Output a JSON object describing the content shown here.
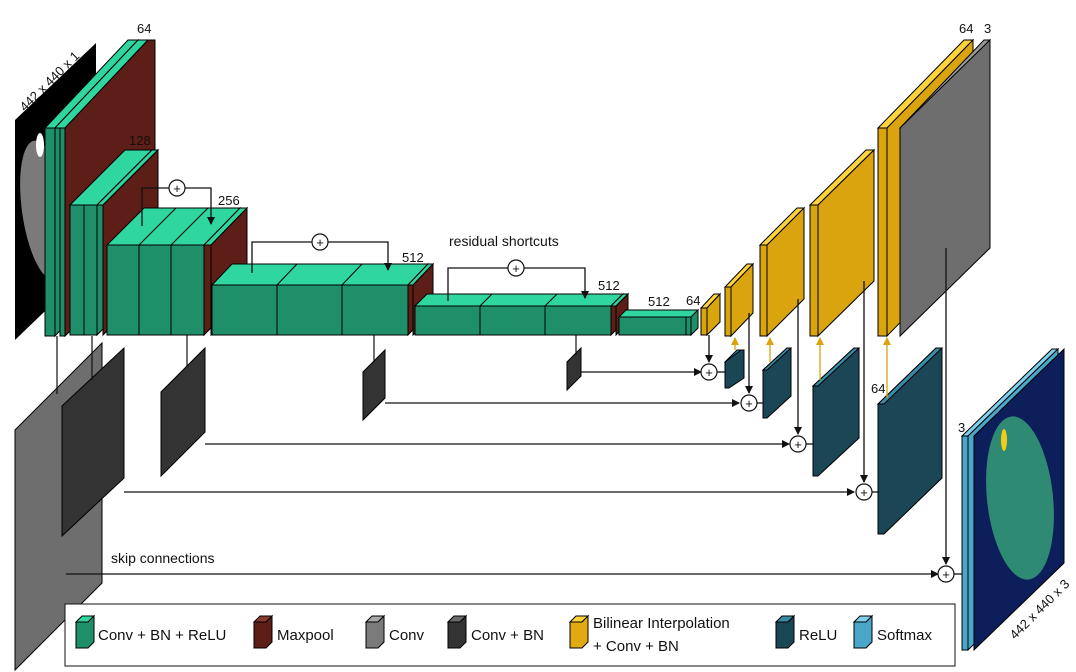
{
  "labels": {
    "input_dims": "442 x 440 x 1",
    "output_dims": "442 x 440 x 3",
    "c64_top": "64",
    "c128": "128",
    "c256": "256",
    "c512_a": "512",
    "c512_b": "512",
    "c512_c": "512",
    "c64_bottleneck": "64",
    "dec_64": "64",
    "dec_3": "3",
    "relu_64": "64",
    "out_3": "3",
    "residual_shortcuts": "residual shortcuts",
    "skip_connections": "skip connections",
    "plus": "+"
  },
  "legend": {
    "items": [
      {
        "label": "Conv + BN + ReLU",
        "color": "#1f8f6a"
      },
      {
        "label": "Maxpool",
        "color": "#5c1e17"
      },
      {
        "label": "Conv",
        "color": "#7b7b7b"
      },
      {
        "label": "Conv + BN",
        "color": "#333333"
      },
      {
        "label": "Bilinear Interpolation",
        "label2": "+ Conv + BN",
        "color": "#e0aa10"
      },
      {
        "label": "ReLU",
        "color": "#1a4756"
      },
      {
        "label": "Softmax",
        "color": "#4aa7c9"
      }
    ]
  },
  "colors": {
    "conv_bn_relu_front": "#1f8f6a",
    "conv_bn_relu_top": "#2fd6a0",
    "maxpool": "#5c1e17",
    "conv": "#6e6e6e",
    "conv_bn": "#333333",
    "bilinear": "#d9a40d",
    "relu": "#1b4655",
    "softmax": "#4aa7c9"
  }
}
